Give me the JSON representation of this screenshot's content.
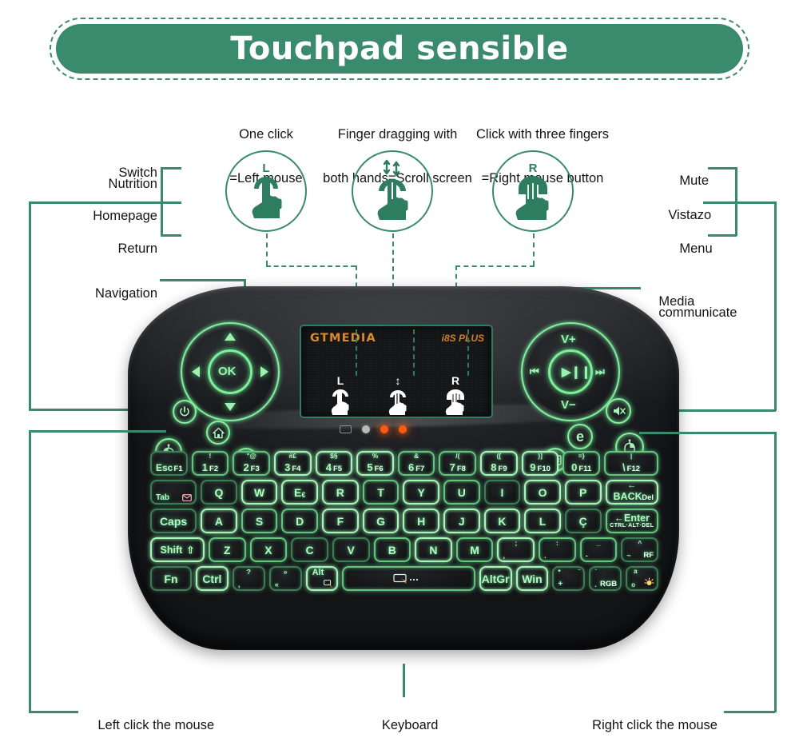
{
  "header": {
    "title": "Touchpad sensible"
  },
  "gestures": [
    {
      "id": "left-click",
      "badge": "L",
      "line1": "One click",
      "line2": "=Left mouse",
      "icon": "one-finger-tap-icon"
    },
    {
      "id": "scroll",
      "badge": "",
      "line1": "Finger dragging with",
      "line2": "both hands=Scroll screen",
      "icon": "two-finger-drag-icon"
    },
    {
      "id": "right-click",
      "badge": "R",
      "line1": "Click with three fingers",
      "line2": "=Right mouse button",
      "icon": "three-finger-tap-icon"
    }
  ],
  "callouts": {
    "left": [
      {
        "id": "switch-nutrition",
        "text": "Switch"
      },
      {
        "id": "switch-nutrition-2",
        "text": "Nutrition"
      },
      {
        "id": "homepage",
        "text": "Homepage"
      },
      {
        "id": "return",
        "text": "Return"
      },
      {
        "id": "navigation",
        "text": "Navigation"
      }
    ],
    "right": [
      {
        "id": "mute",
        "text": "Mute"
      },
      {
        "id": "vistazo",
        "text": "Vistazo"
      },
      {
        "id": "menu",
        "text": "Menu"
      },
      {
        "id": "media-1",
        "text": "Media"
      },
      {
        "id": "media-2",
        "text": "communicate"
      }
    ],
    "bottom": [
      {
        "id": "left-click-mouse",
        "text": "Left click the mouse"
      },
      {
        "id": "keyboard",
        "text": "Keyboard"
      },
      {
        "id": "right-click-mouse",
        "text": "Right click the mouse"
      }
    ]
  },
  "device": {
    "touchpad": {
      "brand": "GTMEDIA",
      "model": "i8S PLUS",
      "zones": [
        {
          "label": "L",
          "icon": "one-finger-tap-icon"
        },
        {
          "label": "↕",
          "icon": "two-finger-drag-icon"
        },
        {
          "label": "R",
          "icon": "three-finger-tap-icon"
        }
      ]
    },
    "dpad": {
      "center": "OK",
      "up": "▲",
      "down": "▼",
      "left": "◀",
      "right": "▶"
    },
    "media": {
      "top": "V+",
      "bottom": "V−",
      "left": "⏮",
      "right": "⏭",
      "center": "▶❙❙"
    },
    "left_buttons": [
      {
        "id": "power-button",
        "icon": "power-icon"
      },
      {
        "id": "home-button",
        "icon": "home-icon"
      },
      {
        "id": "return-button",
        "icon": "return-arrow-icon"
      },
      {
        "id": "mouse-left-button",
        "icon": "mouse-icon"
      }
    ],
    "right_buttons": [
      {
        "id": "mute-button",
        "icon": "mute-speaker-icon"
      },
      {
        "id": "browser-button",
        "icon": "e-browser-icon",
        "label": "e"
      },
      {
        "id": "menu-button",
        "icon": "menu-list-icon"
      },
      {
        "id": "mouse-right-button",
        "icon": "mouse-icon"
      }
    ],
    "leds": [
      {
        "id": "usb-indicator",
        "state": "off"
      },
      {
        "id": "led-white",
        "state": "off"
      },
      {
        "id": "led-caps",
        "state": "on"
      },
      {
        "id": "led-power",
        "state": "on"
      }
    ]
  },
  "keyboard": {
    "rows": [
      [
        {
          "type": "split",
          "top": "",
          "main": "Esc",
          "sub": "F1",
          "style": "dim"
        },
        {
          "type": "num",
          "up": "!",
          "d": "1",
          "f": "F2",
          "style": "mid"
        },
        {
          "type": "num",
          "up": "\"@",
          "d": "2",
          "f": "F3",
          "style": "mid"
        },
        {
          "type": "num",
          "up": "#£",
          "d": "3",
          "f": "F4",
          "style": "bright"
        },
        {
          "type": "num",
          "up": "$§",
          "d": "4",
          "f": "F5",
          "style": "bright"
        },
        {
          "type": "num",
          "up": "%",
          "d": "5",
          "f": "F6",
          "style": "bright"
        },
        {
          "type": "num",
          "up": "&",
          "d": "6",
          "f": "F7",
          "style": "mid"
        },
        {
          "type": "num",
          "up": "/(",
          "d": "7",
          "f": "F8",
          "style": "mid"
        },
        {
          "type": "num",
          "up": "([",
          "d": "8",
          "f": "F9",
          "style": "bright"
        },
        {
          "type": "num",
          "up": ")]",
          "d": "9",
          "f": "F10",
          "style": "bright"
        },
        {
          "type": "num",
          "up": "=}",
          "d": "0",
          "f": "F11",
          "style": "mid"
        },
        {
          "type": "num",
          "up": "|",
          "d": "\\",
          "f": "F12",
          "style": "mid",
          "wide": "w15"
        }
      ],
      [
        {
          "type": "icon",
          "main": "Tab",
          "icon": "envelope-icon",
          "style": "dim",
          "wide": "w13"
        },
        {
          "type": "plain",
          "main": "Q",
          "style": "dim"
        },
        {
          "type": "plain",
          "main": "W",
          "style": "bright"
        },
        {
          "type": "sup",
          "main": "E",
          "sup": "€",
          "style": "bright"
        },
        {
          "type": "plain",
          "main": "R",
          "style": "bright"
        },
        {
          "type": "plain",
          "main": "T",
          "style": "mid"
        },
        {
          "type": "plain",
          "main": "Y",
          "style": "bright"
        },
        {
          "type": "plain",
          "main": "U",
          "style": "mid"
        },
        {
          "type": "plain",
          "main": "I",
          "style": "dim"
        },
        {
          "type": "plain",
          "main": "O",
          "style": "bright"
        },
        {
          "type": "plain",
          "main": "P",
          "style": "bright"
        },
        {
          "type": "back",
          "main": "BACK",
          "sub": "Del",
          "arrow": "←",
          "style": "bright",
          "wide": "w15"
        }
      ],
      [
        {
          "type": "plain",
          "main": "Caps",
          "style": "dim",
          "wide": "w13"
        },
        {
          "type": "plain",
          "main": "A",
          "style": "bright"
        },
        {
          "type": "plain",
          "main": "S",
          "style": "mid"
        },
        {
          "type": "plain",
          "main": "D",
          "style": "mid"
        },
        {
          "type": "plain",
          "main": "F",
          "style": "bright"
        },
        {
          "type": "plain",
          "main": "G",
          "style": "bright"
        },
        {
          "type": "plain",
          "main": "H",
          "style": "bright"
        },
        {
          "type": "plain",
          "main": "J",
          "style": "bright"
        },
        {
          "type": "plain",
          "main": "K",
          "style": "bright"
        },
        {
          "type": "plain",
          "main": "L",
          "style": "bright"
        },
        {
          "type": "plain",
          "main": "Ç",
          "style": "dim"
        },
        {
          "type": "enter",
          "main": "Enter",
          "arrow": "←",
          "sub": "CTRL·ALT·DEL",
          "style": "mid",
          "wide": "w15"
        }
      ],
      [
        {
          "type": "shift",
          "main": "Shift",
          "arrow": "⇧",
          "style": "bright",
          "wide": "w15"
        },
        {
          "type": "plain",
          "main": "Z",
          "style": "mid"
        },
        {
          "type": "plain",
          "main": "X",
          "style": "mid"
        },
        {
          "type": "plain",
          "main": "C",
          "style": "dim"
        },
        {
          "type": "plain",
          "main": "V",
          "style": "dim"
        },
        {
          "type": "plain",
          "main": "B",
          "style": "mid"
        },
        {
          "type": "plain",
          "main": "N",
          "style": "bright"
        },
        {
          "type": "plain",
          "main": "M",
          "style": "mid"
        },
        {
          "type": "corner",
          "tl": ";",
          "bl": ",",
          "style": "bright"
        },
        {
          "type": "corner",
          "tl": ":",
          "bl": ".",
          "style": "mid"
        },
        {
          "type": "corner",
          "tl": "_",
          "bl": "-",
          "style": "mid"
        },
        {
          "type": "rf",
          "tl": "^",
          "bl": "~",
          "br": "RF",
          "style": "dim"
        }
      ],
      [
        {
          "type": "plain",
          "main": "Fn",
          "style": "dim",
          "wide": "w13"
        },
        {
          "type": "plain",
          "main": "Ctrl",
          "style": "bright"
        },
        {
          "type": "corner",
          "tl": "?",
          "bl": ",",
          "style": "dim"
        },
        {
          "type": "corner",
          "tl": "»",
          "bl": "«",
          "style": "dim"
        },
        {
          "type": "alt",
          "main": "Alt",
          "icon": "mouse-cursor-icon",
          "style": "bright"
        },
        {
          "type": "space",
          "icon": "spacebar-icon",
          "style": "mid"
        },
        {
          "type": "plain",
          "main": "AltGr",
          "style": "bright"
        },
        {
          "type": "plain",
          "main": "Win",
          "style": "bright"
        },
        {
          "type": "plus",
          "tl": "*",
          "tr": "¨",
          "bl": "+",
          "style": "dim"
        },
        {
          "type": "rgb",
          "tl": "`",
          "bl": ".",
          "br": "RGB",
          "style": "dim"
        },
        {
          "type": "bright",
          "tl": "a",
          "bl": "o",
          "icon": "brightness-icon",
          "style": "dim"
        }
      ]
    ]
  }
}
